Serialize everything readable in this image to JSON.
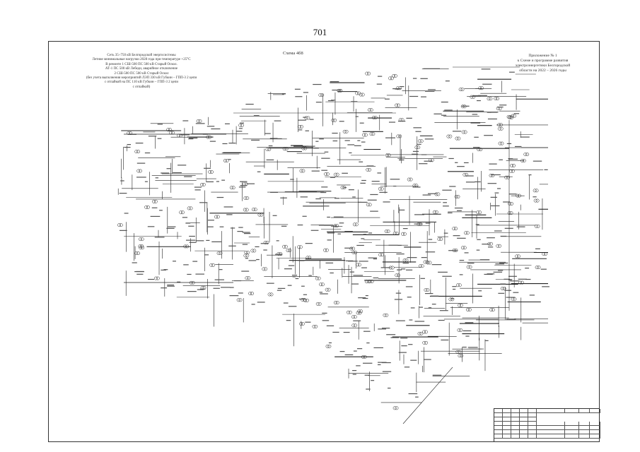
{
  "page": {
    "number": "701"
  },
  "scheme": {
    "title": "Схема 4б8"
  },
  "notes": {
    "lines": [
      "Сеть 35÷750 кВ Белгородской энергосистемы",
      "Летние минимальные нагрузки 2028 года при температуре +25°С",
      "В ремонте 1 СШ-500 ПС 500 кВ Старый Оскол.",
      "АТ-1 ПС 500 кВ Лебеди, аварийное отключение",
      "2 СШ-500 ПС 500 кВ Старый Оскол",
      "(без учета выполнения мероприятий ЛЭП 330 кВ Губкин – ГПП-3 2 цепи",
      "с отпайкой на ПС 110 кВ Губкин – ГПП-3 2 цепи",
      "с отпайкой)"
    ]
  },
  "appendix": {
    "lines": [
      "Приложение № 1",
      "к Схеме и программе развития",
      "электроэнергетики Белгородской",
      "области на 2022 – 2026 годы"
    ]
  },
  "stamp": {
    "cells": [
      "",
      "",
      "",
      "",
      "",
      "",
      "",
      "",
      "",
      ""
    ]
  }
}
